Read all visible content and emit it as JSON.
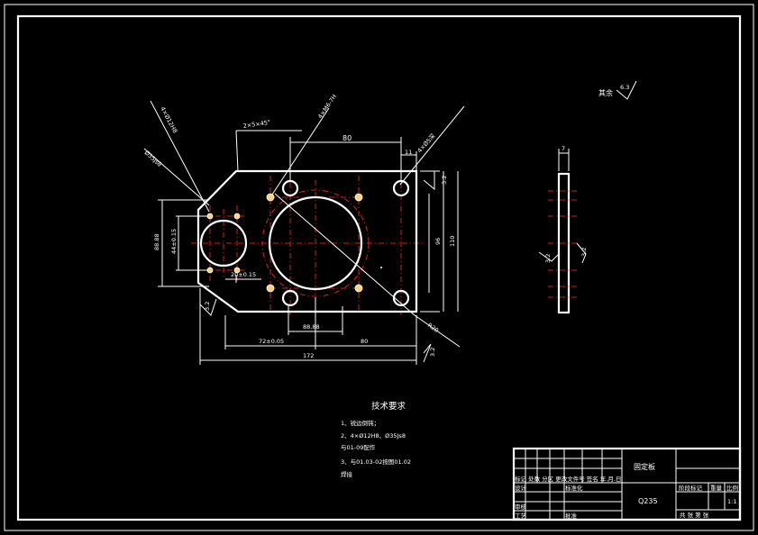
{
  "drawing": {
    "roughness_rest_label": "其余",
    "roughness_rest_value": "6.3",
    "technical_title": "技术要求",
    "technical_lines": [
      "1、锐边倒钝；",
      "2、4×Ø12H8、Ø35Js8",
      "  与01-09配作",
      "3、与01.03-02按图01.02",
      "  焊接"
    ]
  },
  "dimensions": {
    "top_span": "80",
    "top_right": "11",
    "chamfer": "2×5×45°",
    "hole_note_top": "4×M6-7H",
    "hole_note_diag": "4×Ø12H8",
    "hole_note_right": "4×Ø5深",
    "left_hole_note": "Ø35Js8",
    "left_outer": "88.88",
    "left_inner": "44±0.15",
    "mid_small": "20±0.15",
    "center_bottom": "88.88",
    "bottom_left": "72±0.05",
    "bottom_right": "80",
    "overall_width": "172",
    "right_inner": "96",
    "right_outer": "110",
    "right_top": "3.2",
    "radius_br": "R20",
    "side_top": "7",
    "side_roughness_l": "3.2",
    "side_roughness_r": "3.2",
    "roughness_left": "3.2",
    "roughness_bottom": "3.2"
  },
  "title_block": {
    "part_name": "固定板",
    "material": "Q235",
    "scale_label": "比例",
    "scale_value": "1:1",
    "weight_label": "重量",
    "stage_label": "阶段标记",
    "sheet_label": "共 张 第 张",
    "row1_text": "标记 处数 分区 更改文件号 签名 年.月.日",
    "row2_text": "设计",
    "row2_mid": "标准化",
    "row3_text": "审核",
    "row4_text": "工艺",
    "row4_mid": "批准"
  }
}
